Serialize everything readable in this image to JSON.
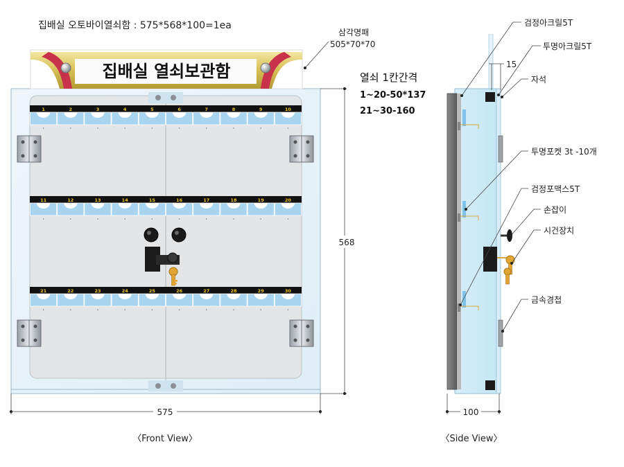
{
  "title": "집배실 오토바이열쇠함 : 575*568*100=1ea",
  "nameplate": {
    "text": "집배실 열쇠보관함",
    "label": "삼각명패",
    "size": "505*70*70"
  },
  "key_spacing": {
    "heading": "열쇠 1칸간격",
    "line1": "1~20-50*137",
    "line2": "21~30-160"
  },
  "dimensions": {
    "height": "568",
    "width": "575",
    "depth": "100",
    "gap": "15"
  },
  "rows": [
    [
      "1",
      "2",
      "3",
      "4",
      "5",
      "6",
      "7",
      "8",
      "9",
      "10"
    ],
    [
      "11",
      "12",
      "13",
      "14",
      "15",
      "16",
      "17",
      "18",
      "19",
      "20"
    ],
    [
      "21",
      "22",
      "23",
      "24",
      "25",
      "26",
      "27",
      "28",
      "29",
      "30"
    ]
  ],
  "side_labels": {
    "black_acrylic": "검정아크릴5T",
    "clear_acrylic": "투명아크릴5T",
    "magnet": "자석",
    "clear_pocket": "투명포켓  3t -10개",
    "black_pomax": "검정포맥스5T",
    "handle": "손잡이",
    "lock": "시건장치",
    "hinge": "금속경첩"
  },
  "captions": {
    "front": "〈Front View〉",
    "side": "〈Side View〉"
  },
  "colors": {
    "pocket_blue": "#a9d4ef",
    "strip_black": "#111111",
    "number_yellow": "#f0c419",
    "plate_gold": "#d8c25a",
    "plate_red": "#c8324a",
    "key_gold": "#e2a432"
  }
}
